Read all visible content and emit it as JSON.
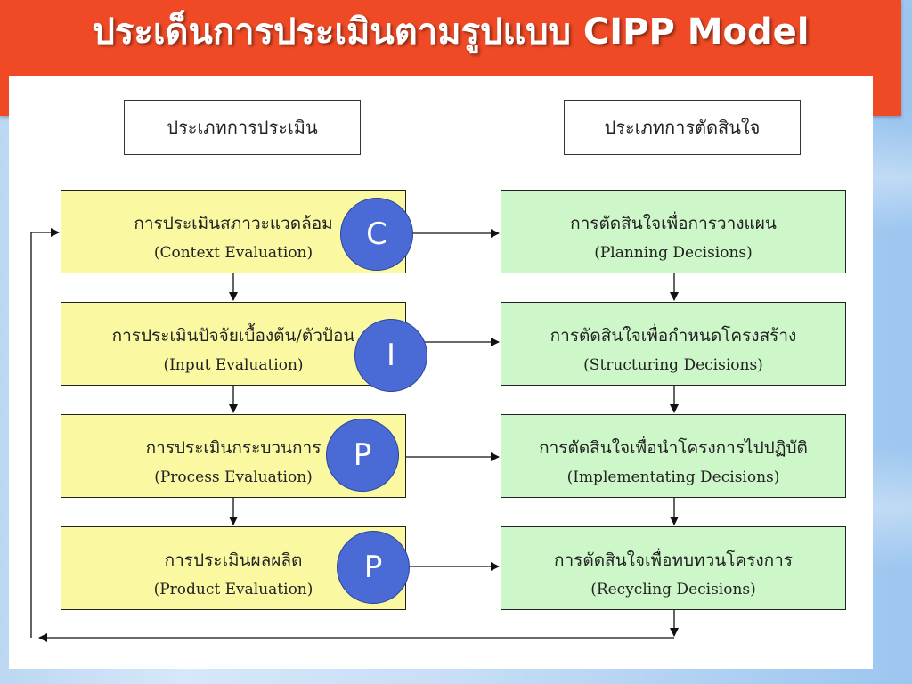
{
  "title": "ประเด็นการประเมินตามรูปแบบ CIPP Model",
  "headers": {
    "evaluation_types": "ประเภทการประเมิน",
    "decision_types": "ประเภทการตัดสินใจ"
  },
  "evaluations": [
    {
      "th": "การประเมินสภาวะแวดล้อม",
      "en": "(Context Evaluation)",
      "badge": "C"
    },
    {
      "th": "การประเมินปัจจัยเบื้องต้น/ตัวป้อน",
      "en": "(Input Evaluation)",
      "badge": "I"
    },
    {
      "th": "การประเมินกระบวนการ",
      "en": "(Process Evaluation)",
      "badge": "P"
    },
    {
      "th": "การประเมินผลผลิต",
      "en": "(Product Evaluation)",
      "badge": "P"
    }
  ],
  "decisions": [
    {
      "th": "การตัดสินใจเพื่อการวางแผน",
      "en": "(Planning Decisions)"
    },
    {
      "th": "การตัดสินใจเพื่อกำหนดโครงสร้าง",
      "en": "(Structuring Decisions)"
    },
    {
      "th": "การตัดสินใจเพื่อนำโครงการไปปฏิบัติ",
      "en": "(Implementating Decisions)"
    },
    {
      "th": "การตัดสินใจเพื่อทบทวนโครงการ",
      "en": "(Recycling Decisions)"
    }
  ],
  "colors": {
    "title_bar": "#ef4a25",
    "evaluation_box": "#fbf8a2",
    "decision_box": "#cdf7c9",
    "badge": "#4a6ad6"
  }
}
